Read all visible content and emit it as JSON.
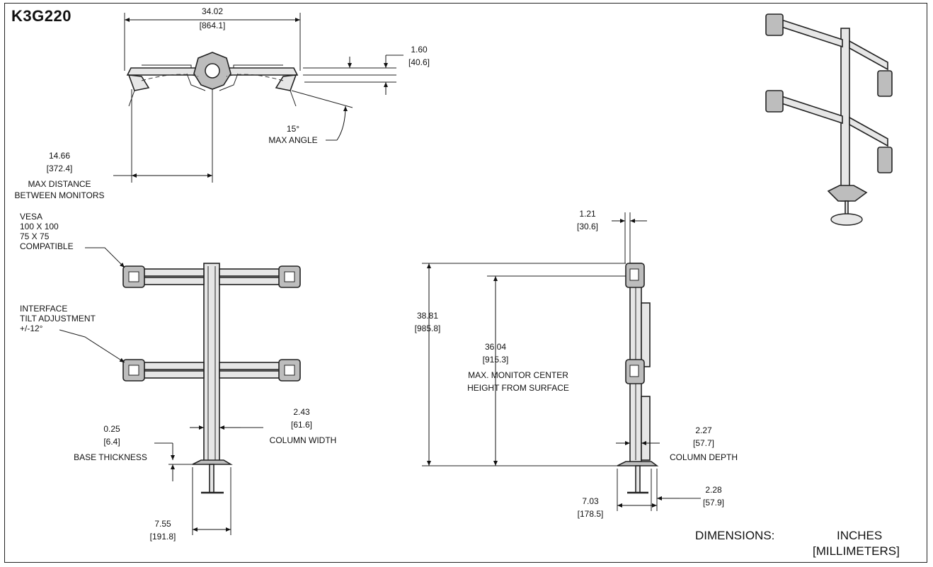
{
  "title": "K3G220",
  "top_view": {
    "overall_width": {
      "in": "34.02",
      "mm": "[864.1]"
    },
    "height": {
      "in": "1.60",
      "mm": "[40.6]"
    },
    "angle": {
      "value": "15°",
      "label": "MAX ANGLE"
    },
    "max_distance": {
      "in": "14.66",
      "mm": "[372.4]",
      "label1": "MAX DISTANCE",
      "label2": "BETWEEN MONITORS"
    }
  },
  "front_view": {
    "vesa": {
      "line1": "VESA",
      "line2": "100 X 100",
      "line3": "75 X 75",
      "line4": "COMPATIBLE"
    },
    "interface": {
      "line1": "INTERFACE",
      "line2": "TILT ADJUSTMENT",
      "line3": "+/-12°"
    },
    "base_thickness": {
      "in": "0.25",
      "mm": "[6.4]",
      "label": "BASE THICKNESS"
    },
    "column_width": {
      "in": "2.43",
      "mm": "[61.6]",
      "label": "COLUMN WIDTH"
    },
    "base_width": {
      "in": "7.55",
      "mm": "[191.8]"
    }
  },
  "side_view": {
    "top_offset": {
      "in": "1.21",
      "mm": "[30.6]"
    },
    "total_height": {
      "in": "38.81",
      "mm": "[985.8]"
    },
    "center_height": {
      "in": "36.04",
      "mm": "[915.3]",
      "label1": "MAX. MONITOR CENTER",
      "label2": "HEIGHT FROM SURFACE"
    },
    "column_depth": {
      "in": "2.27",
      "mm": "[57.7]",
      "label": "COLUMN DEPTH"
    },
    "base_depth": {
      "in": "7.03",
      "mm": "[178.5]"
    },
    "base_offset": {
      "in": "2.28",
      "mm": "[57.9]"
    }
  },
  "units": {
    "label": "DIMENSIONS:",
    "primary": "INCHES",
    "secondary": "[MILLIMETERS]"
  }
}
